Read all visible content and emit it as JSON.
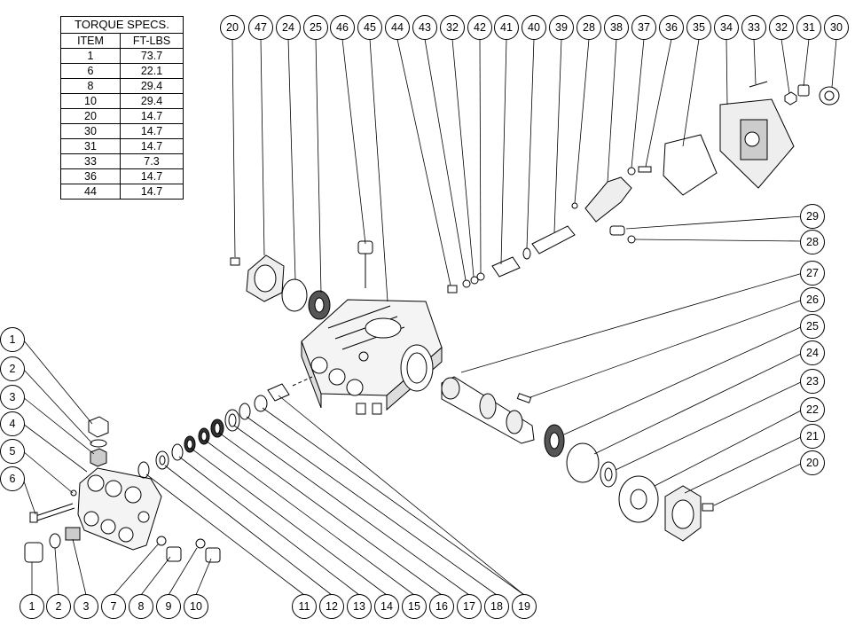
{
  "torque_table": {
    "title": "TORQUE SPECS.",
    "col_item": "ITEM",
    "col_value": "FT-LBS",
    "rows": [
      {
        "item": "1",
        "value": "73.7"
      },
      {
        "item": "6",
        "value": "22.1"
      },
      {
        "item": "8",
        "value": "29.4"
      },
      {
        "item": "10",
        "value": "29.4"
      },
      {
        "item": "20",
        "value": "14.7"
      },
      {
        "item": "30",
        "value": "14.7"
      },
      {
        "item": "31",
        "value": "14.7"
      },
      {
        "item": "33",
        "value": "7.3"
      },
      {
        "item": "36",
        "value": "14.7"
      },
      {
        "item": "44",
        "value": "14.7"
      }
    ]
  },
  "callouts": {
    "top": [
      "20",
      "47",
      "24",
      "25",
      "46",
      "45",
      "44",
      "43",
      "32",
      "42",
      "41",
      "40",
      "39",
      "28",
      "38",
      "37",
      "36",
      "35",
      "34",
      "33",
      "32",
      "31",
      "30"
    ],
    "right": [
      "29",
      "28",
      "27",
      "26",
      "25",
      "24",
      "23",
      "22",
      "21",
      "20"
    ],
    "left": [
      "1",
      "2",
      "3",
      "4",
      "5",
      "6"
    ],
    "bottom_left": [
      "1",
      "2",
      "3",
      "7",
      "8",
      "9",
      "10"
    ],
    "bottom_mid": [
      "11",
      "12",
      "13",
      "14",
      "15",
      "16",
      "17",
      "18",
      "19"
    ]
  }
}
